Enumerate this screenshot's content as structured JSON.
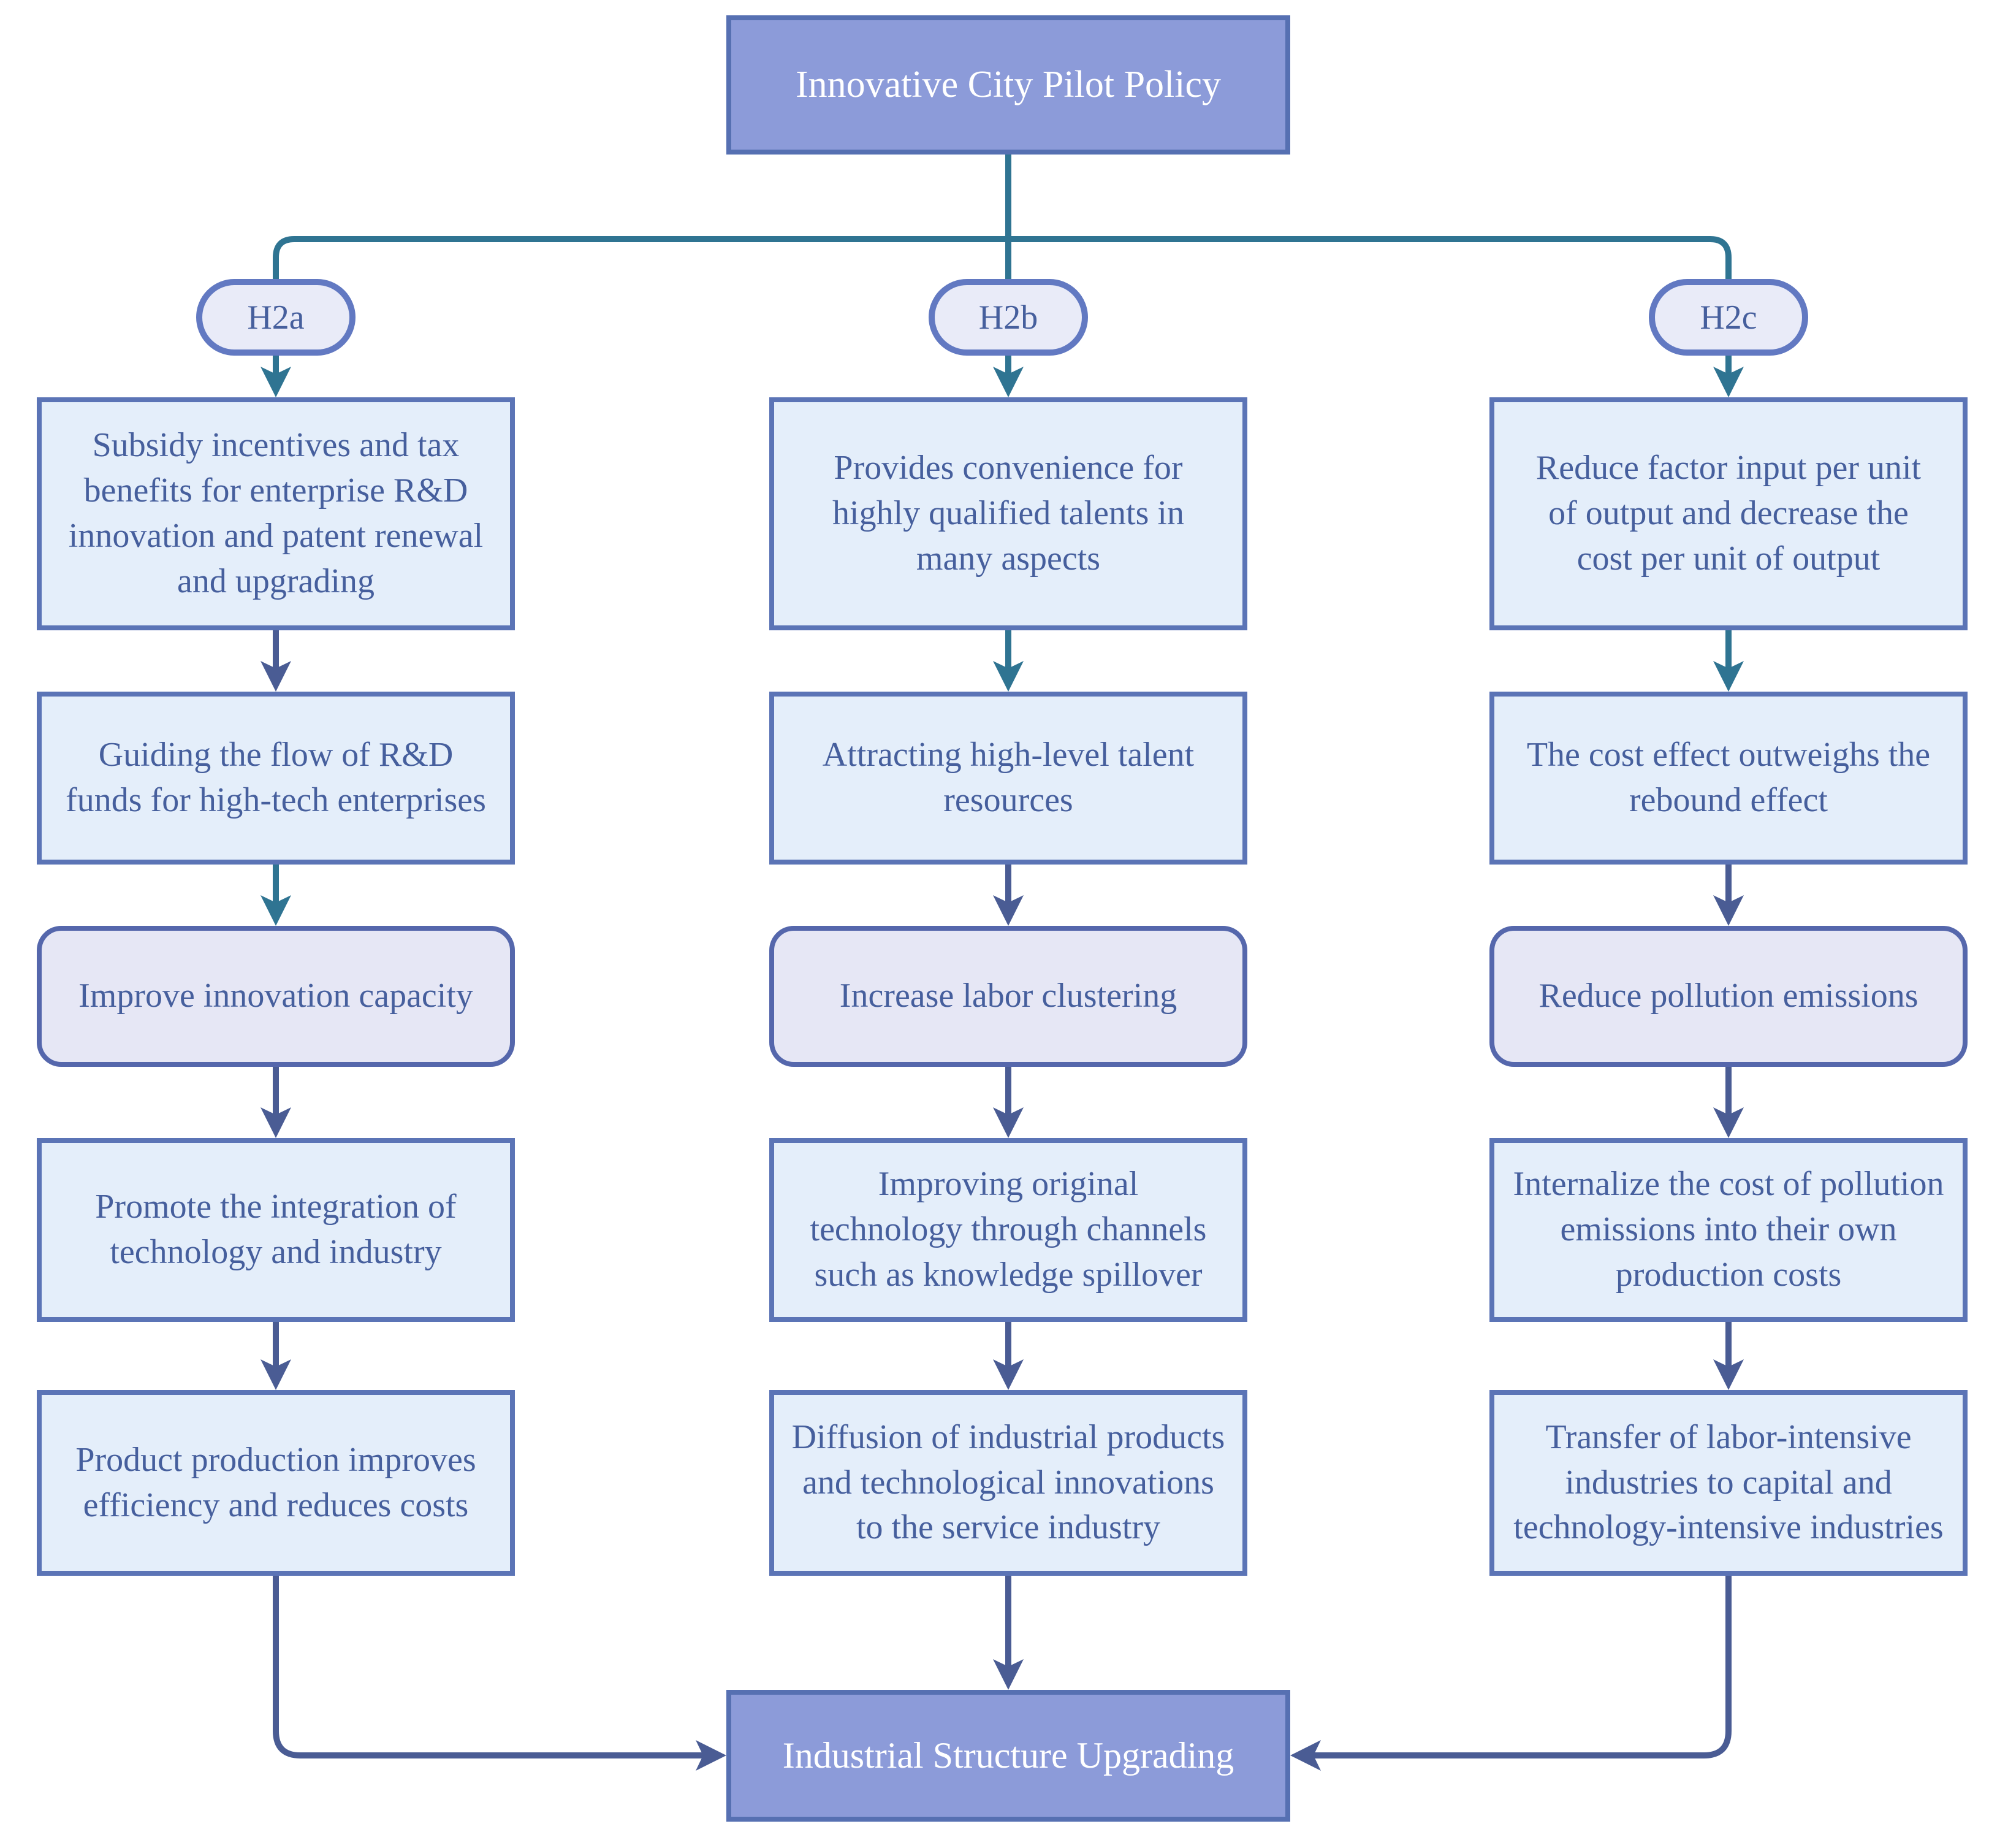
{
  "diagram": {
    "title": "Innovative City Pilot Policy",
    "final": "Industrial Structure Upgrading",
    "colors": {
      "connector_teal": "#2F7492",
      "connector_navy": "#4A5C94",
      "rect_fill": "#E4EEFA",
      "rect_border": "#5B74B6",
      "rounded_fill": "#E6E7F5",
      "pill_border": "#6279C2",
      "big_fill": "#8C9BD9",
      "text_blue": "#465F9D"
    },
    "columns": [
      {
        "hypothesis": "H2a",
        "arrow_colors": [
          "teal",
          "navy",
          "teal",
          "navy",
          "navy"
        ],
        "final_arrow": "navy",
        "steps": [
          {
            "shape": "rect",
            "lines": [
              "Subsidy incentives and tax",
              "benefits for enterprise R&D",
              "innovation and patent renewal",
              "and upgrading"
            ]
          },
          {
            "shape": "rect",
            "lines": [
              "Guiding the flow of R&D",
              "funds for high-tech enterprises"
            ]
          },
          {
            "shape": "rounded",
            "lines": [
              "Improve innovation capacity"
            ]
          },
          {
            "shape": "rect",
            "lines": [
              "Promote the integration of",
              "technology and industry"
            ]
          },
          {
            "shape": "rect",
            "lines": [
              "Product production improves",
              "efficiency and reduces costs"
            ]
          }
        ]
      },
      {
        "hypothesis": "H2b",
        "arrow_colors": [
          "teal",
          "teal",
          "navy",
          "navy",
          "navy"
        ],
        "final_arrow": "navy",
        "steps": [
          {
            "shape": "rect",
            "lines": [
              "Provides convenience for",
              "highly qualified talents in",
              "many aspects"
            ]
          },
          {
            "shape": "rect",
            "lines": [
              "Attracting high-level talent",
              "resources"
            ]
          },
          {
            "shape": "rounded",
            "lines": [
              "Increase labor clustering"
            ]
          },
          {
            "shape": "rect",
            "lines": [
              "Improving original",
              "technology through channels",
              "such as knowledge spillover"
            ]
          },
          {
            "shape": "rect",
            "lines": [
              "Diffusion of industrial products",
              "and technological innovations",
              "to the service industry"
            ]
          }
        ]
      },
      {
        "hypothesis": "H2c",
        "arrow_colors": [
          "teal",
          "teal",
          "navy",
          "navy",
          "navy"
        ],
        "final_arrow": "navy",
        "steps": [
          {
            "shape": "rect",
            "lines": [
              "Reduce factor input per unit",
              "of output and decrease the",
              "cost per unit of output"
            ]
          },
          {
            "shape": "rect",
            "lines": [
              "The cost effect outweighs the",
              "rebound effect"
            ]
          },
          {
            "shape": "rounded",
            "lines": [
              "Reduce pollution emissions"
            ]
          },
          {
            "shape": "rect",
            "lines": [
              "Internalize the cost of pollution",
              "emissions into their own",
              "production costs"
            ]
          },
          {
            "shape": "rect",
            "lines": [
              "Transfer of labor-intensive",
              "industries to capital and",
              "technology-intensive industries"
            ]
          }
        ]
      }
    ]
  }
}
